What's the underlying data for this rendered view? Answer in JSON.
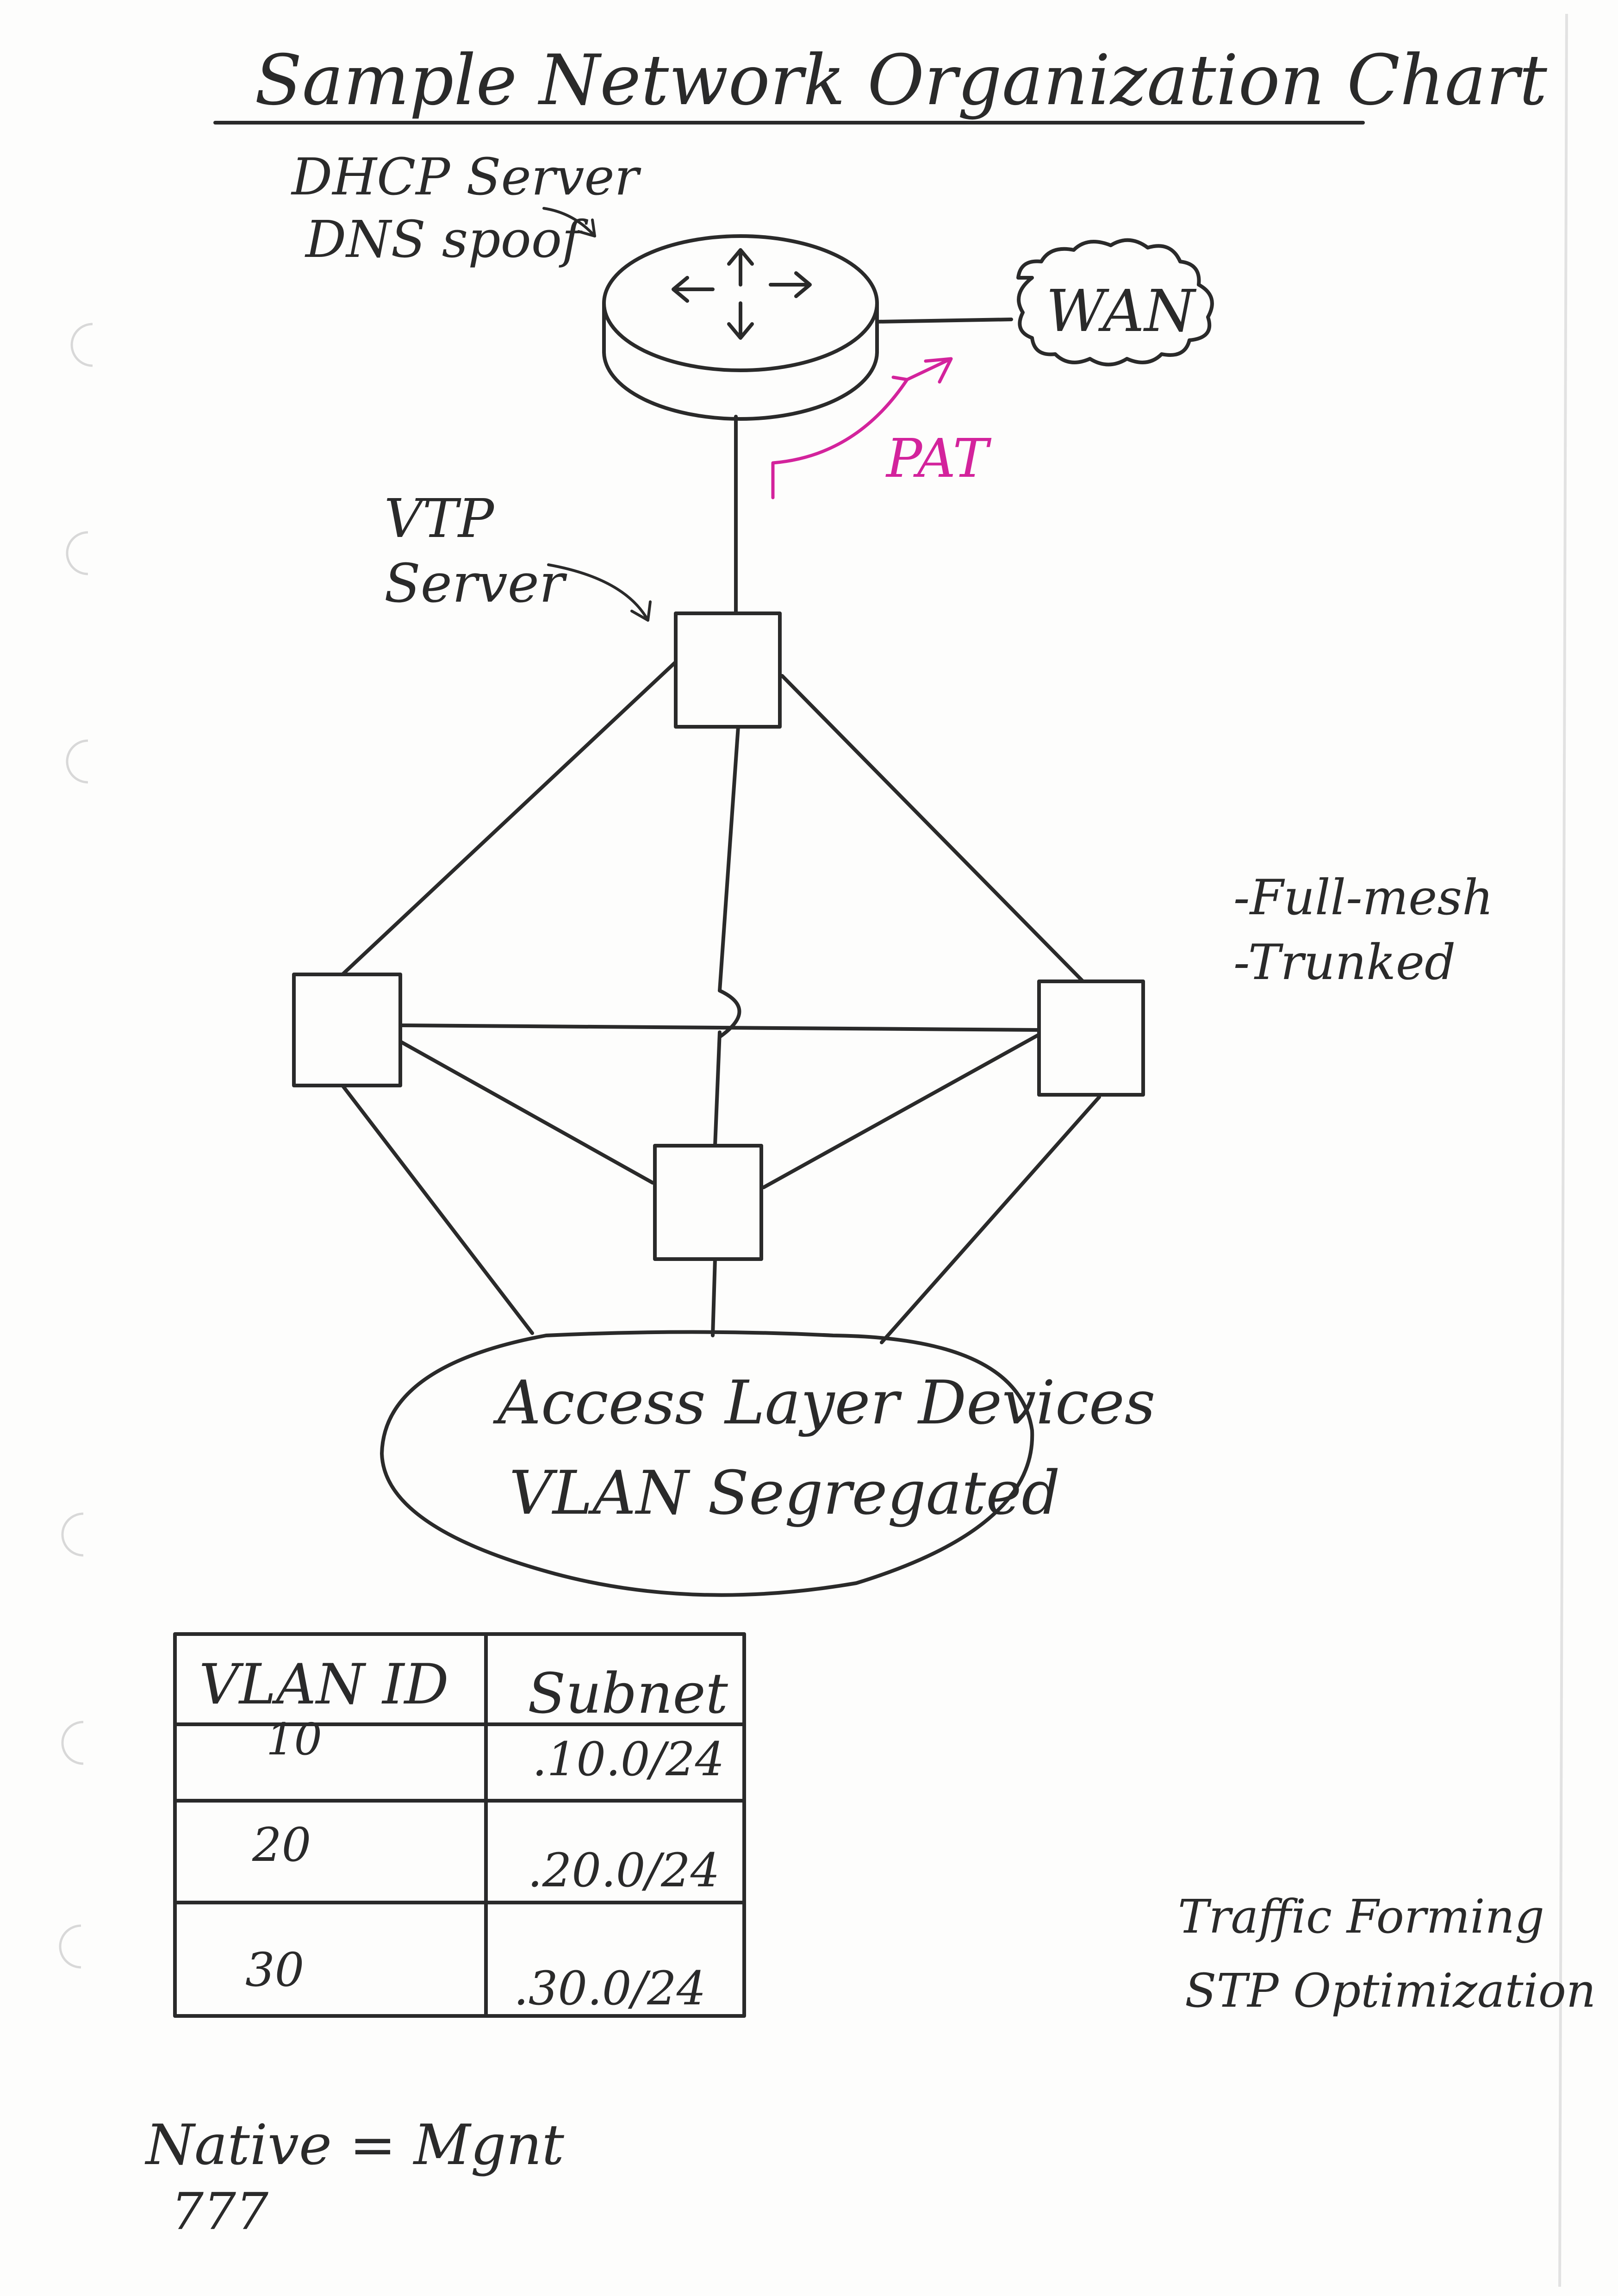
{
  "title": "Sample Network Organization Chart",
  "router": {
    "annotation_lines": [
      "DHCP Server",
      "DNS spoof"
    ]
  },
  "wan": {
    "label": "WAN"
  },
  "pat": {
    "label": "PAT",
    "color": "#d3239c"
  },
  "vtp": {
    "annotation_lines": [
      "VTP",
      "Server"
    ]
  },
  "mesh_notes": [
    "-Full-mesh",
    "-Trunked"
  ],
  "access_layer": {
    "lines": [
      "Access Layer Devices",
      "VLAN Segregated"
    ]
  },
  "vlan_table": {
    "headers": [
      "VLAN ID",
      "Subnet"
    ],
    "rows": [
      [
        "10",
        ".10.0/24"
      ],
      [
        "20",
        ".20.0/24"
      ],
      [
        "30",
        ".30.0/24"
      ]
    ]
  },
  "notes": [
    "Traffic Forming",
    "STP Optimization"
  ],
  "native": {
    "line1": "Native = Mgnt",
    "line2": "777"
  }
}
